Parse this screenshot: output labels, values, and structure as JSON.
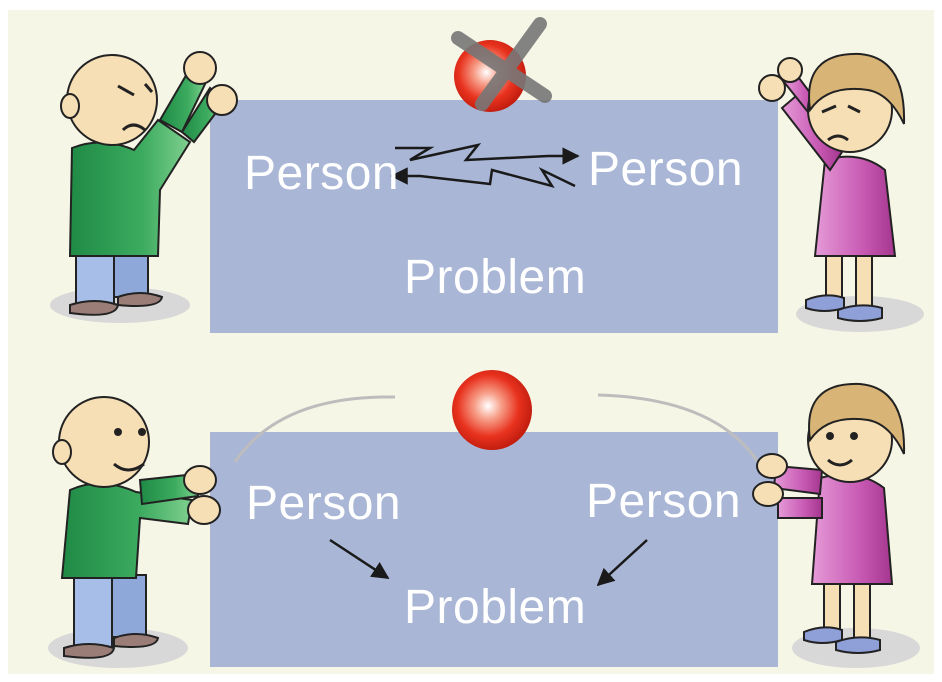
{
  "colors": {
    "background": "#f6f6e6",
    "panel": "#a9b6d6",
    "label_text": "#ffffff",
    "ball": "#e8321e",
    "boy_shirt": "#2f9a54",
    "boy_pants": "#a7bfe8",
    "girl_dress": "#c85ab4",
    "skin": "#f7dfb5",
    "girl_hair": "#d9b477"
  },
  "icons": {
    "ball": "red-ball-icon",
    "cross": "cross-out-icon",
    "boy": "boy-figure-icon",
    "girl": "girl-figure-icon"
  },
  "top_panel": {
    "person_left": "Person",
    "person_right": "Person",
    "problem": "Problem"
  },
  "bottom_panel": {
    "person_left": "Person",
    "person_right": "Person",
    "problem": "Problem"
  }
}
